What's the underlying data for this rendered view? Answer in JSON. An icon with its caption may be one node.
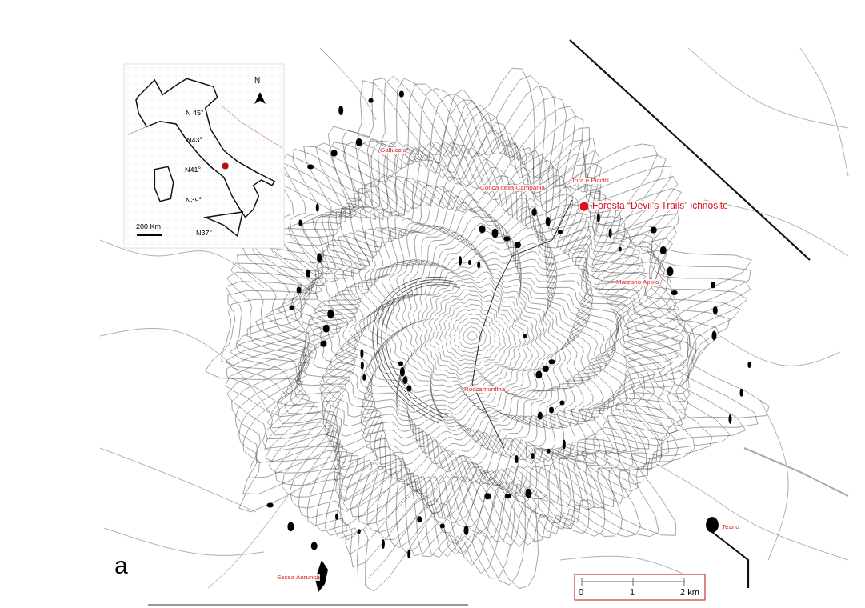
{
  "diagram": {
    "labels": [
      "N",
      "N 45°",
      "N43°",
      "N41°",
      "N39°",
      "200 Km",
      "N37°",
      "Galluccio",
      "Conca della Campania",
      "Tora e Piccilli",
      "Foresta “Devil’s Trails” ichnosite",
      "Marzano Appio",
      "Roccamonfina",
      "Teano",
      "a",
      "Sessa Aurunca",
      "0",
      "1",
      "2 km"
    ]
  }
}
